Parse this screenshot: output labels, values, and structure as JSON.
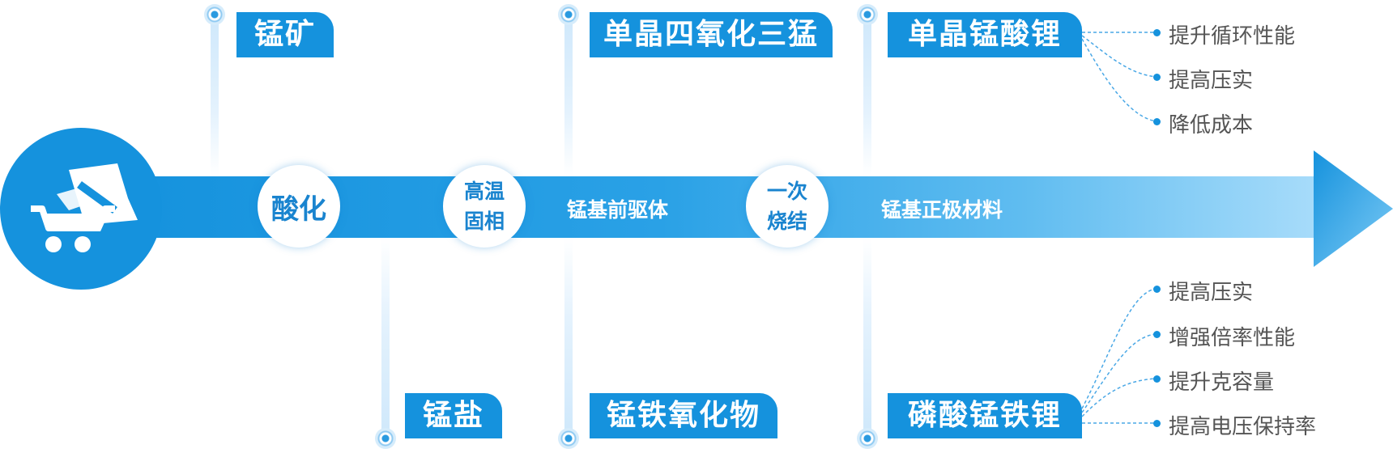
{
  "colors": {
    "primary": "#1592dd",
    "arrow_light": "#a8dcfa",
    "benefit_text": "#555555"
  },
  "icon": {
    "name": "mine-cart-icon"
  },
  "steps": [
    {
      "id": "acidify",
      "lines": [
        "酸化"
      ]
    },
    {
      "id": "solid-phase",
      "lines": [
        "高温",
        "固相"
      ]
    },
    {
      "id": "sinter",
      "lines": [
        "一次",
        "烧结"
      ]
    }
  ],
  "arrow_labels": {
    "precursor": "锰基前驱体",
    "cathode": "锰基正极材料"
  },
  "top_tags": {
    "ore": "锰矿",
    "mn3o4": "单晶四氧化三猛",
    "lmo": "单晶锰酸锂"
  },
  "bottom_tags": {
    "salt": "锰盐",
    "mn_fe_oxide": "锰铁氧化物",
    "lmfp": "磷酸锰铁锂"
  },
  "lmo_benefits": [
    "提升循环性能",
    "提高压实",
    "降低成本"
  ],
  "lmfp_benefits": [
    "提高压实",
    "增强倍率性能",
    "提升克容量",
    "提高电压保持率"
  ]
}
